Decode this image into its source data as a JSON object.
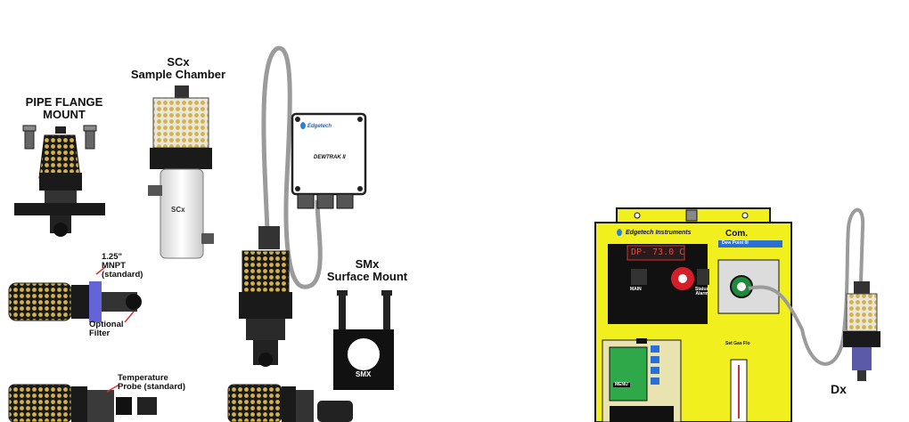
{
  "labels": {
    "pipe_flange_line1": "PIPE FLANGE",
    "pipe_flange_line2": "MOUNT",
    "scx_line1": "SCx",
    "scx_line2": "Sample Chamber",
    "scx_body": "SCx",
    "mnpt_line1": "1.25\"",
    "mnpt_line2": "MNPT",
    "mnpt_line3": "(standard)",
    "filter_line1": "Optional",
    "filter_line2": "Filter",
    "temp_line1": "Temperature",
    "temp_line2": "Probe (standard)",
    "smx_line1": "SMx",
    "smx_line2": "Surface Mount",
    "smx_plate": "SMX",
    "dx": "Dx"
  },
  "dewtrak": {
    "brand": "Edgetech",
    "model": "DEWTRAK II"
  },
  "instrument": {
    "brand": "Edgetech Instruments",
    "title": "Com.",
    "subtitle": "Dew Point III",
    "display": "DP- 73.0 C",
    "btn_left_label": "MAIN",
    "btn_right_label1": "Status",
    "btn_right_label2": "Alarm",
    "set_label": "Set Gas Flo",
    "screen_text": "MENU"
  },
  "colors": {
    "instrument_yellow": "#f2ef1e",
    "display_red": "#ff3b3b",
    "screen_green": "#2fa84a",
    "probe_gold": "#c9a227",
    "cable_grey": "#9b9b9b"
  }
}
